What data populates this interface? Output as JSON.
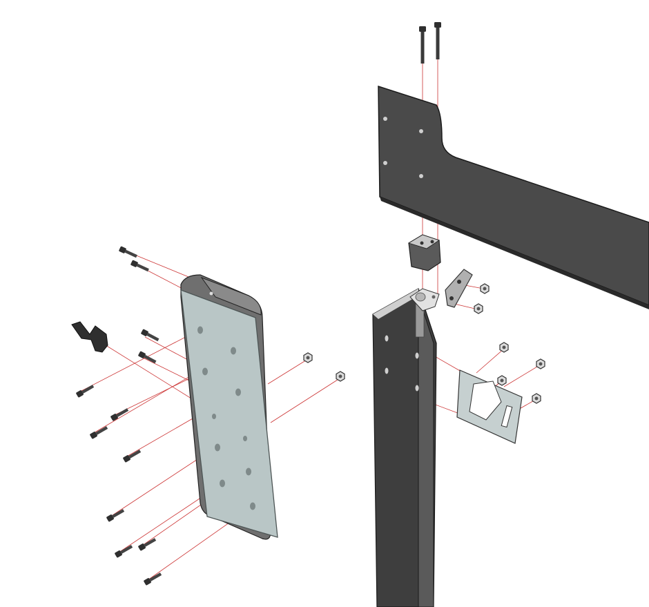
{
  "figure": {
    "kind": "exploded-assembly",
    "background": "#ffffff",
    "colors": {
      "dark_plate": "#4a4a4a",
      "dark_plate_edge": "#1a1a1a",
      "light_plate": "#b9c6c6",
      "light_plate_edge": "#7f8a8a",
      "bracket_gray": "#6f6f6f",
      "fastener": "#3a3a3a",
      "explode_line": "#cc3333"
    },
    "parts": [
      "top-frame-bar",
      "vertical-post",
      "upright-side-plate",
      "corner-spacer-block",
      "post-cap-with-pin",
      "small-angle-bracket",
      "square-window-bracket",
      "latch-handle",
      "cap-screws",
      "hex-nuts"
    ]
  }
}
